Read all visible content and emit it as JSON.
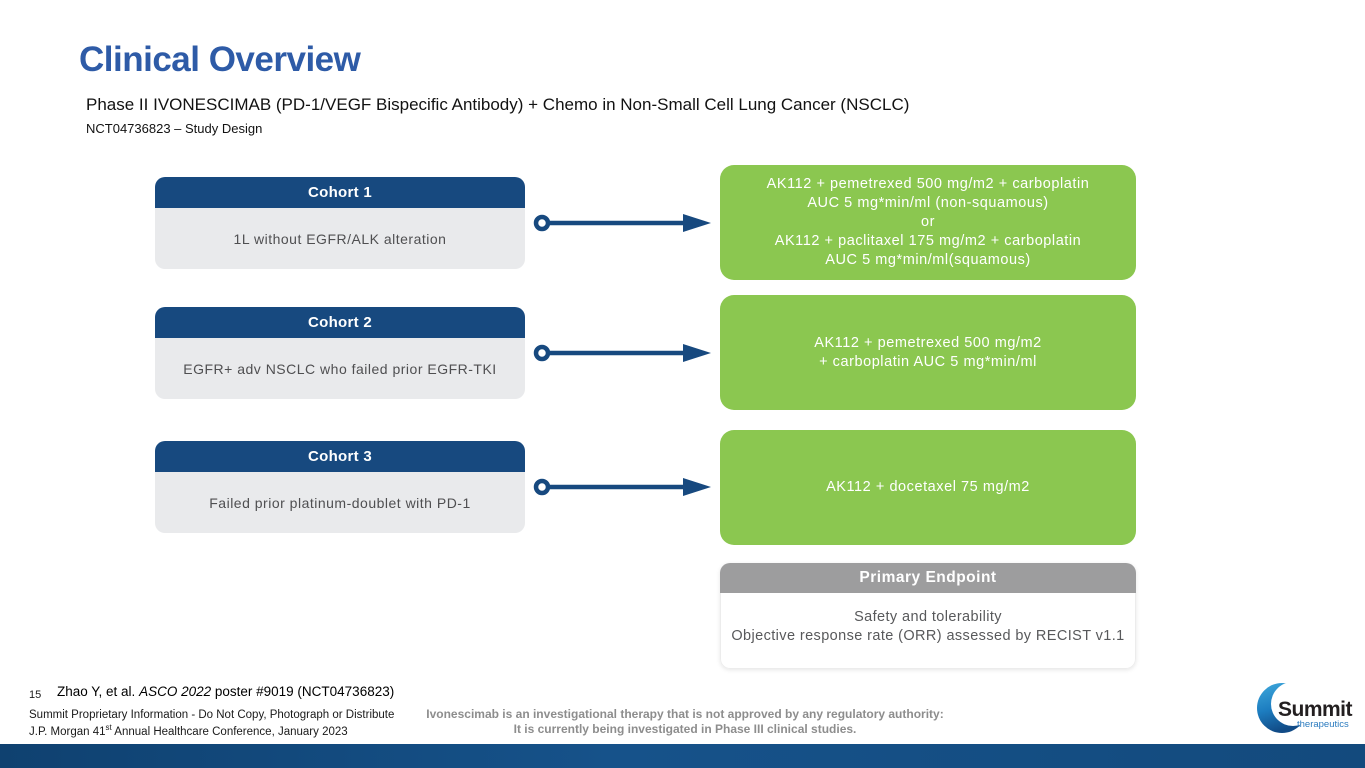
{
  "slide": {
    "title": "Clinical Overview",
    "subtitle": "Phase II IVONESCIMAB (PD-1/VEGF Bispecific Antibody) + Chemo in Non-Small Cell Lung Cancer (NSCLC)",
    "study_line": "NCT04736823 – Study Design"
  },
  "cohorts": [
    {
      "header": "Cohort 1",
      "description": "1L without EGFR/ALK alteration"
    },
    {
      "header": "Cohort 2",
      "description": "EGFR+ adv NSCLC who failed prior EGFR-TKI"
    },
    {
      "header": "Cohort 3",
      "description": "Failed prior platinum-doublet with PD-1"
    }
  ],
  "treatments": [
    {
      "lines": [
        "AK112 + pemetrexed 500 mg/m2 + carboplatin",
        "AUC 5 mg*min/ml (non-squamous)",
        "or",
        "AK112 + paclitaxel 175 mg/m2 + carboplatin",
        "AUC 5 mg*min/ml(squamous)"
      ]
    },
    {
      "lines": [
        "AK112 + pemetrexed 500 mg/m2",
        "+ carboplatin AUC 5 mg*min/ml"
      ]
    },
    {
      "lines": [
        "AK112 + docetaxel 75 mg/m2"
      ]
    }
  ],
  "primary_endpoint": {
    "header": "Primary Endpoint",
    "lines": [
      "Safety and tolerability",
      "Objective response rate (ORR) assessed by RECIST v1.1"
    ]
  },
  "footer": {
    "page_number": "15",
    "citation_prefix": "Zhao Y, et al. ",
    "citation_italic": "ASCO 2022",
    "citation_suffix": " poster #9019 (NCT04736823)",
    "proprietary": "Summit Proprietary Information - Do Not Copy, Photograph or Distribute",
    "conference_prefix": "J.P. Morgan 41",
    "conference_sup": "st",
    "conference_suffix": " Annual Healthcare Conference, January 2023",
    "disclaimer_line1": "Ivonescimab is an investigational therapy that is not approved by any regulatory authority:",
    "disclaimer_line2": "It is currently being investigated in Phase III clinical studies."
  },
  "logo": {
    "name": "Summit",
    "subname": "therapeutics"
  },
  "colors": {
    "title_blue": "#2e5ba7",
    "navy": "#17497f",
    "cohort_body_gray": "#e9eaec",
    "treatment_green": "#8bc750",
    "endpoint_header_gray": "#9d9d9e",
    "disclaimer_gray": "#8d8d8d",
    "bottom_bar_navy": "#134a7d"
  }
}
